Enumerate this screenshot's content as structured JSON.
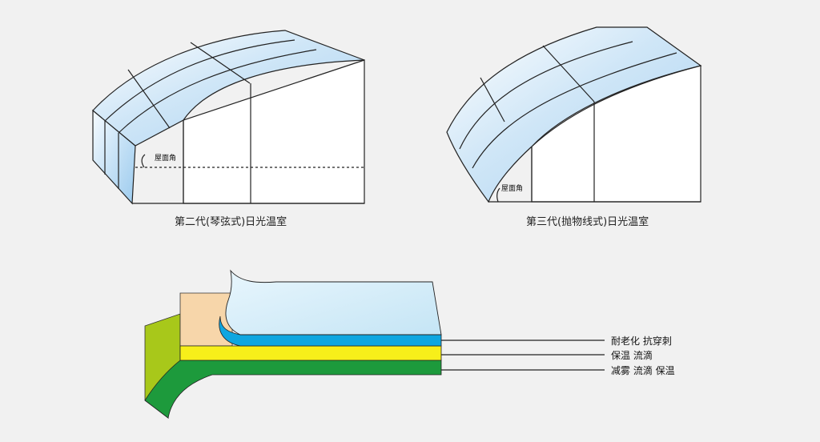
{
  "greenhouse_left": {
    "caption": "第二代(琴弦式)日光温室",
    "angle_label": "屋面角"
  },
  "greenhouse_right": {
    "caption": "第三代(抛物线式)日光温室",
    "angle_label": "屋面角"
  },
  "film_layers": [
    {
      "label": "耐老化  抗穿刺",
      "color": "#0fa6e0"
    },
    {
      "label": "保温  流滴",
      "color": "#f7ef1a"
    },
    {
      "label": "减雾  流滴  保温",
      "color": "#1d9a3c"
    }
  ],
  "colors": {
    "film_top": "#d4ecf7",
    "backing_beige": "#f7d6aa",
    "backing_lime": "#a8c81a",
    "roof_glass": "#cfe6f7"
  }
}
